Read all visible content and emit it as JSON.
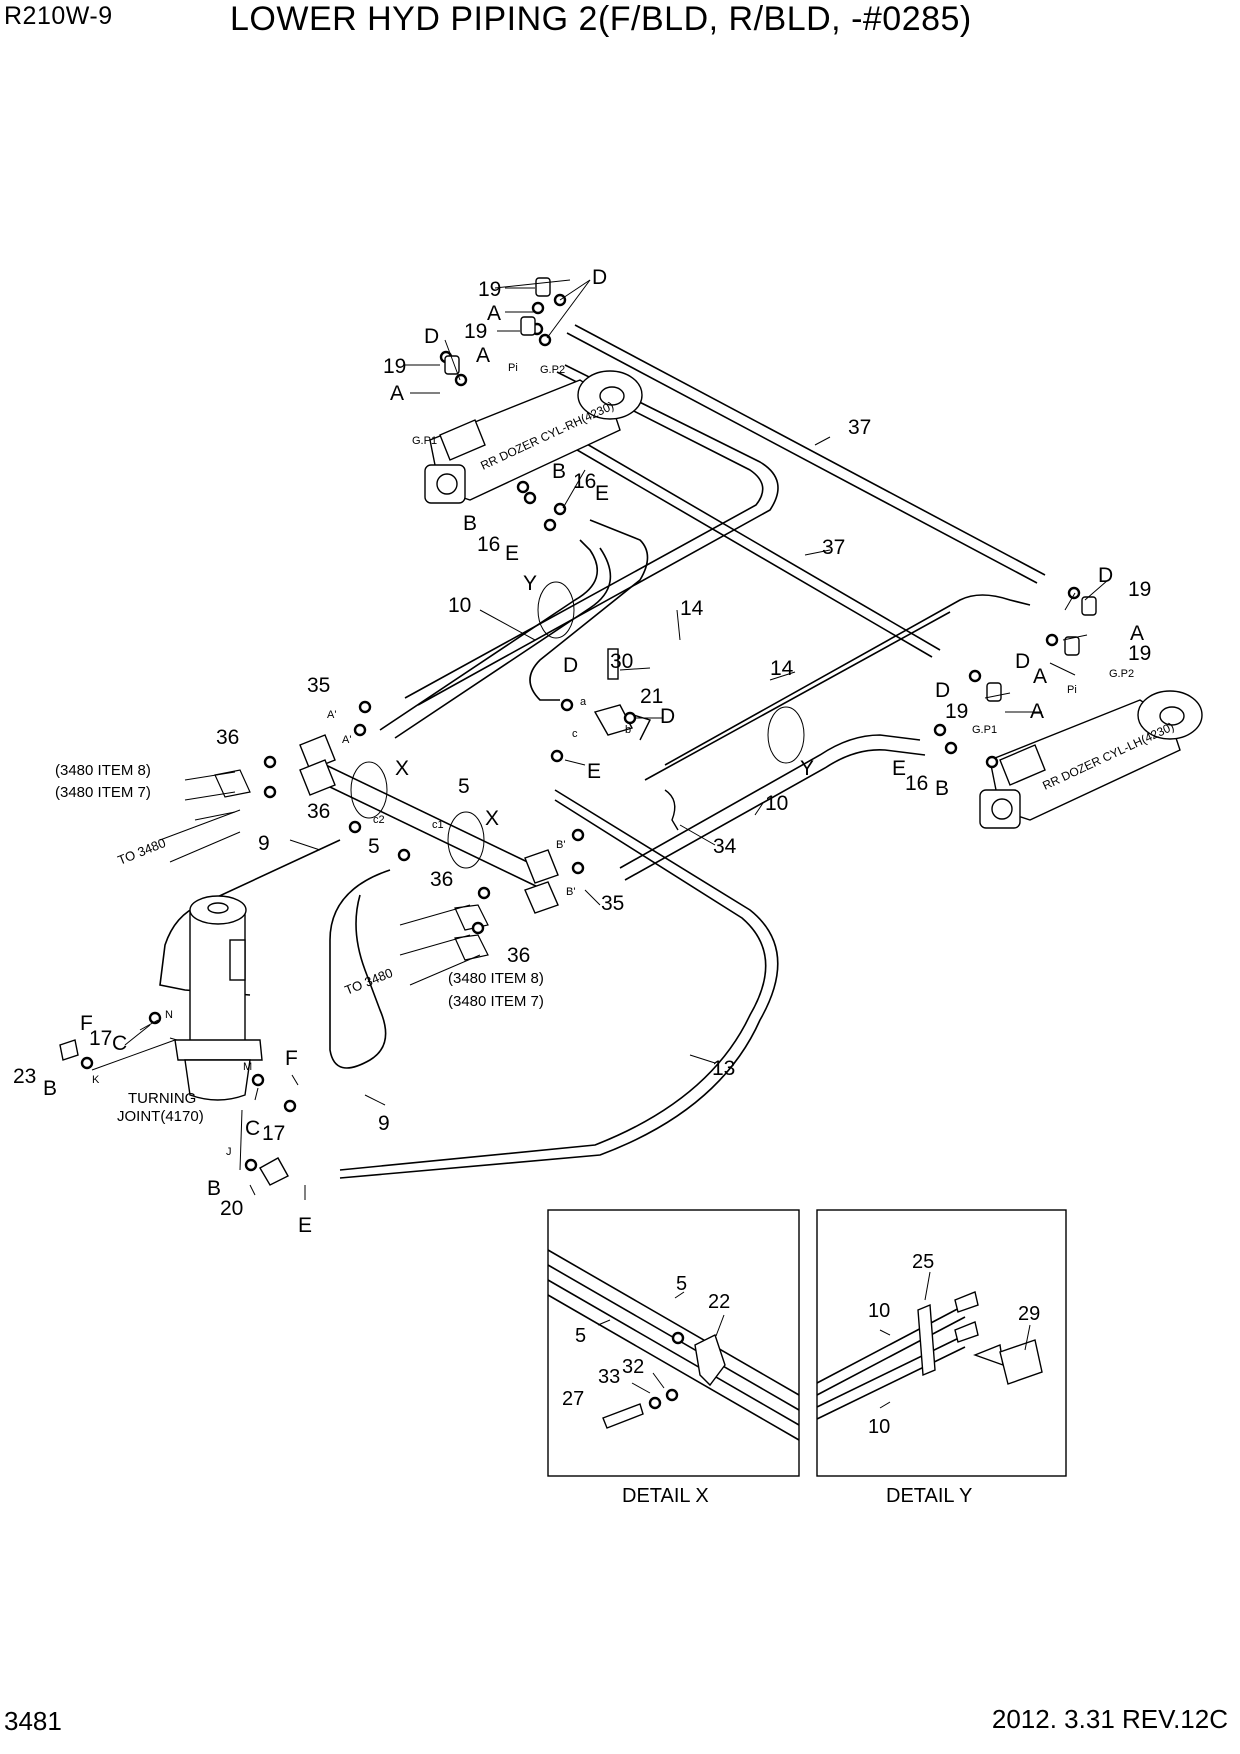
{
  "header": {
    "model": "R210W-9",
    "title": "LOWER HYD PIPING 2(F/BLD, R/BLD, -#0285)"
  },
  "footer": {
    "page": "3481",
    "revision": "2012. 3.31  REV.12C"
  },
  "callouts": {
    "n5": "5",
    "n9": "9",
    "n10": "10",
    "n13": "13",
    "n14": "14",
    "n16": "16",
    "n17": "17",
    "n19": "19",
    "n20": "20",
    "n21": "21",
    "n22": "22",
    "n23": "23",
    "n25": "25",
    "n27": "27",
    "n29": "29",
    "n30": "30",
    "n32": "32",
    "n33": "33",
    "n34": "34",
    "n35": "35",
    "n36": "36",
    "n37": "37",
    "A": "A",
    "B": "B",
    "C": "C",
    "D": "D",
    "E": "E",
    "F": "F",
    "X": "X",
    "Y": "Y"
  },
  "small_labels": {
    "pi": "Pi",
    "gp1": "G.P1",
    "gp2": "G.P2",
    "a": "a",
    "b": "b",
    "c": "c",
    "c1": "c1",
    "c2": "c2",
    "A1": "A'",
    "B1": "B'",
    "k": "K",
    "m": "M",
    "n": "N",
    "j": "J"
  },
  "annotations": {
    "rh_cylinder": "RR DOZER CYL-RH(4230)",
    "lh_cylinder": "RR DOZER CYL-LH(4230)",
    "turning_joint_1": "TURNING",
    "turning_joint_2": "JOINT(4170)",
    "ref_item8": "(3480 ITEM 8)",
    "ref_item7": "(3480 ITEM 7)",
    "to_3480": "TO 3480"
  },
  "details": {
    "detail_x": "DETAIL  X",
    "detail_y": "DETAIL  Y"
  }
}
